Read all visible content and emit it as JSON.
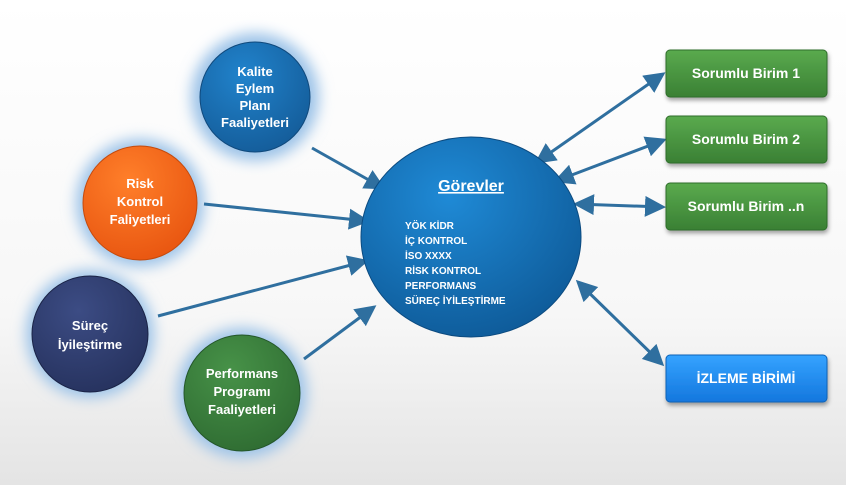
{
  "center": {
    "title": "Görevler",
    "items": [
      "YÖK KİDR",
      "İÇ KONTROL",
      "İSO XXXX",
      "RİSK KONTROL",
      "PERFORMANS",
      "SÜREÇ İYİLEŞTİRME"
    ]
  },
  "sources": [
    {
      "id": "kalite",
      "lines": [
        "Kalite",
        "Eylem",
        "Planı",
        "Faaliyetleri"
      ],
      "color": "#1a6fae"
    },
    {
      "id": "risk",
      "lines": [
        "Risk",
        "Kontrol",
        "Faliyetleri"
      ],
      "color": "#f26a1b"
    },
    {
      "id": "surec",
      "lines": [
        "Süreç",
        "İyileştirme"
      ],
      "color": "#2f3d6e"
    },
    {
      "id": "performans",
      "lines": [
        "Performans",
        "Programı",
        "Faaliyetleri"
      ],
      "color": "#3b7f3e"
    }
  ],
  "units": [
    {
      "id": "birim-1",
      "label": "Sorumlu Birim 1",
      "color": "#4c9a42"
    },
    {
      "id": "birim-2",
      "label": "Sorumlu Birim 2",
      "color": "#4c9a42"
    },
    {
      "id": "birim-n",
      "label": "Sorumlu Birim ..n",
      "color": "#4c9a42"
    },
    {
      "id": "izleme",
      "label": "İZLEME BİRİMİ",
      "color": "#1e8ff0"
    }
  ],
  "colors": {
    "arrow": "#2f6f9f",
    "glow": "#9cc3e8",
    "center": "#1470b8"
  }
}
